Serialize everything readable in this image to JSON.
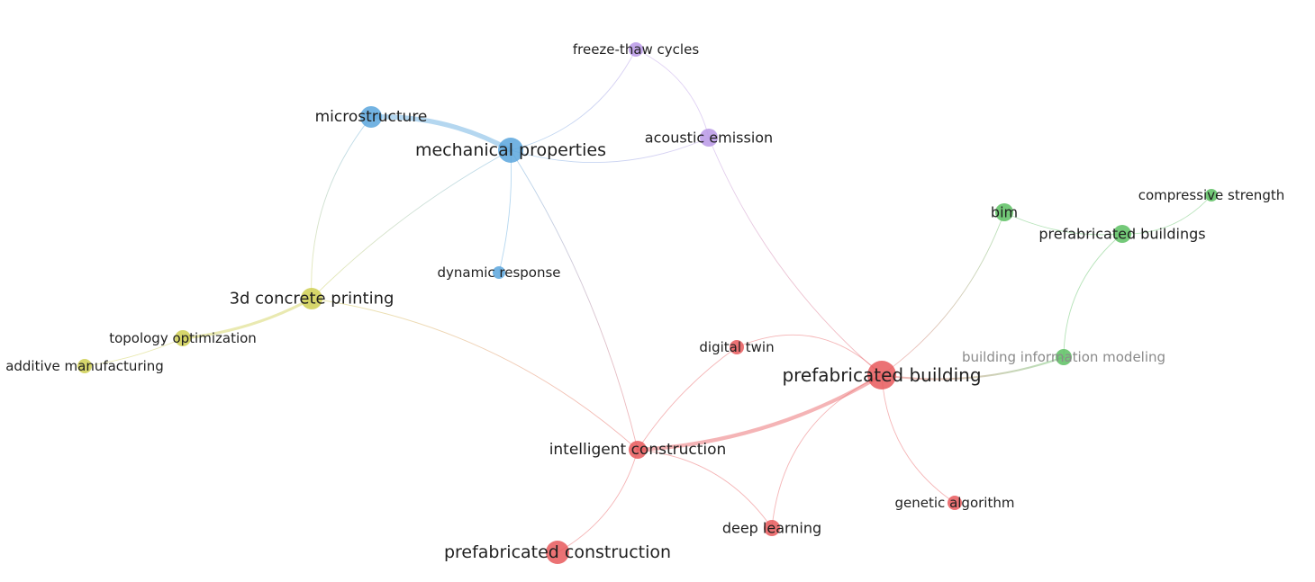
{
  "clusters": {
    "red": "#e8595c",
    "green": "#5cc062",
    "blue": "#5aa6dd",
    "yellow": "#cfcf52",
    "purple": "#b998e6"
  },
  "nodes": [
    {
      "id": "microstructure",
      "label": "microstructure",
      "cluster": "blue"
    },
    {
      "id": "mechanical-properties",
      "label": "mechanical properties",
      "cluster": "blue"
    },
    {
      "id": "dynamic-response",
      "label": "dynamic response",
      "cluster": "blue"
    },
    {
      "id": "freeze-thaw-cycles",
      "label": "freeze-thaw cycles",
      "cluster": "purple"
    },
    {
      "id": "acoustic-emission",
      "label": "acoustic emission",
      "cluster": "purple"
    },
    {
      "id": "3d-concrete-printing",
      "label": "3d concrete printing",
      "cluster": "yellow"
    },
    {
      "id": "topology-optimization",
      "label": "topology optimization",
      "cluster": "yellow"
    },
    {
      "id": "additive-manufacturing",
      "label": "additive manufacturing",
      "cluster": "yellow"
    },
    {
      "id": "bim",
      "label": "bim",
      "cluster": "green"
    },
    {
      "id": "compressive-strength",
      "label": "compressive strength",
      "cluster": "green"
    },
    {
      "id": "prefabricated-buildings",
      "label": "prefabricated buildings",
      "cluster": "green"
    },
    {
      "id": "building-information-modeling",
      "label": "building information modeling",
      "cluster": "green"
    },
    {
      "id": "prefabricated-building",
      "label": "prefabricated building",
      "cluster": "red"
    },
    {
      "id": "digital-twin",
      "label": "digital twin",
      "cluster": "red"
    },
    {
      "id": "intelligent-construction",
      "label": "intelligent construction",
      "cluster": "red"
    },
    {
      "id": "genetic-algorithm",
      "label": "genetic algorithm",
      "cluster": "red"
    },
    {
      "id": "deep-learning",
      "label": "deep learning",
      "cluster": "red"
    },
    {
      "id": "prefabricated-construction",
      "label": "prefabricated construction",
      "cluster": "red"
    }
  ],
  "links": [
    {
      "source": "microstructure",
      "target": "mechanical-properties",
      "strength": 5
    },
    {
      "source": "mechanical-properties",
      "target": "dynamic-response",
      "strength": 1
    },
    {
      "source": "mechanical-properties",
      "target": "freeze-thaw-cycles",
      "strength": 1
    },
    {
      "source": "mechanical-properties",
      "target": "acoustic-emission",
      "strength": 1
    },
    {
      "source": "mechanical-properties",
      "target": "3d-concrete-printing",
      "strength": 1
    },
    {
      "source": "mechanical-properties",
      "target": "intelligent-construction",
      "strength": 1
    },
    {
      "source": "microstructure",
      "target": "3d-concrete-printing",
      "strength": 1
    },
    {
      "source": "freeze-thaw-cycles",
      "target": "acoustic-emission",
      "strength": 1
    },
    {
      "source": "acoustic-emission",
      "target": "prefabricated-building",
      "strength": 1
    },
    {
      "source": "3d-concrete-printing",
      "target": "topology-optimization",
      "strength": 3
    },
    {
      "source": "topology-optimization",
      "target": "additive-manufacturing",
      "strength": 1
    },
    {
      "source": "3d-concrete-printing",
      "target": "intelligent-construction",
      "strength": 1
    },
    {
      "source": "bim",
      "target": "prefabricated-buildings",
      "strength": 1
    },
    {
      "source": "prefabricated-buildings",
      "target": "compressive-strength",
      "strength": 1
    },
    {
      "source": "prefabricated-buildings",
      "target": "building-information-modeling",
      "strength": 1
    },
    {
      "source": "bim",
      "target": "prefabricated-building",
      "strength": 1
    },
    {
      "source": "building-information-modeling",
      "target": "prefabricated-building",
      "strength": 2
    },
    {
      "source": "prefabricated-building",
      "target": "intelligent-construction",
      "strength": 4
    },
    {
      "source": "prefabricated-building",
      "target": "digital-twin",
      "strength": 1
    },
    {
      "source": "prefabricated-building",
      "target": "genetic-algorithm",
      "strength": 1
    },
    {
      "source": "prefabricated-building",
      "target": "deep-learning",
      "strength": 1
    },
    {
      "source": "intelligent-construction",
      "target": "digital-twin",
      "strength": 1
    },
    {
      "source": "intelligent-construction",
      "target": "deep-learning",
      "strength": 1
    },
    {
      "source": "intelligent-construction",
      "target": "prefabricated-construction",
      "strength": 1
    }
  ]
}
